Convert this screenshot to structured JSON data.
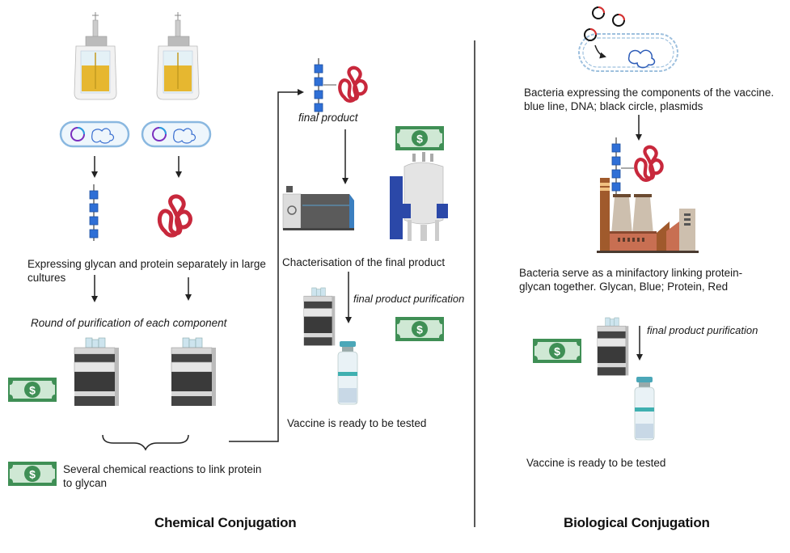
{
  "chemical": {
    "title": "Chemical Conjugation",
    "step_expressing": "Expressing glycan and protein separately in large cultures",
    "step_purification": "Round of purification of each component",
    "step_reactions": "Several chemical reactions to link protein to glycan",
    "final_product_label": "final product",
    "characterisation": "Chacterisation of the final product",
    "final_purification": "final product purification",
    "vaccine_ready": "Vaccine is ready to be tested"
  },
  "biological": {
    "title": "Biological Conjugation",
    "bacteria_caption": "Bacteria expressing the components of the vaccine. blue line, DNA; black circle, plasmids",
    "minifactory_caption": "Bacteria serve as a minifactory linking protein-glycan together. Glycan, Blue; Protein, Red",
    "final_purification": "final product purification",
    "vaccine_ready": "Vaccine is ready to be tested"
  },
  "icons": {
    "bioreactor": "bioreactor-icon",
    "bacterium": "bacterium-icon",
    "glycan": "glycan-chain-icon",
    "protein": "protein-icon",
    "hplc": "hplc-instrument-icon",
    "money": "dollar-bill-icon",
    "mass_spec": "mass-spectrometer-icon",
    "nmr": "nmr-magnet-icon",
    "vial": "vaccine-vial-icon",
    "factory": "factory-icon",
    "plasmid": "plasmid-icon"
  },
  "colors": {
    "glycan_blue": "#2f6fd6",
    "protein_red": "#c8283c",
    "money_green": "#3f8f55",
    "money_light": "#cfe8d4",
    "bacteria_blue": "#8ab8e0",
    "arrow": "#222222"
  }
}
